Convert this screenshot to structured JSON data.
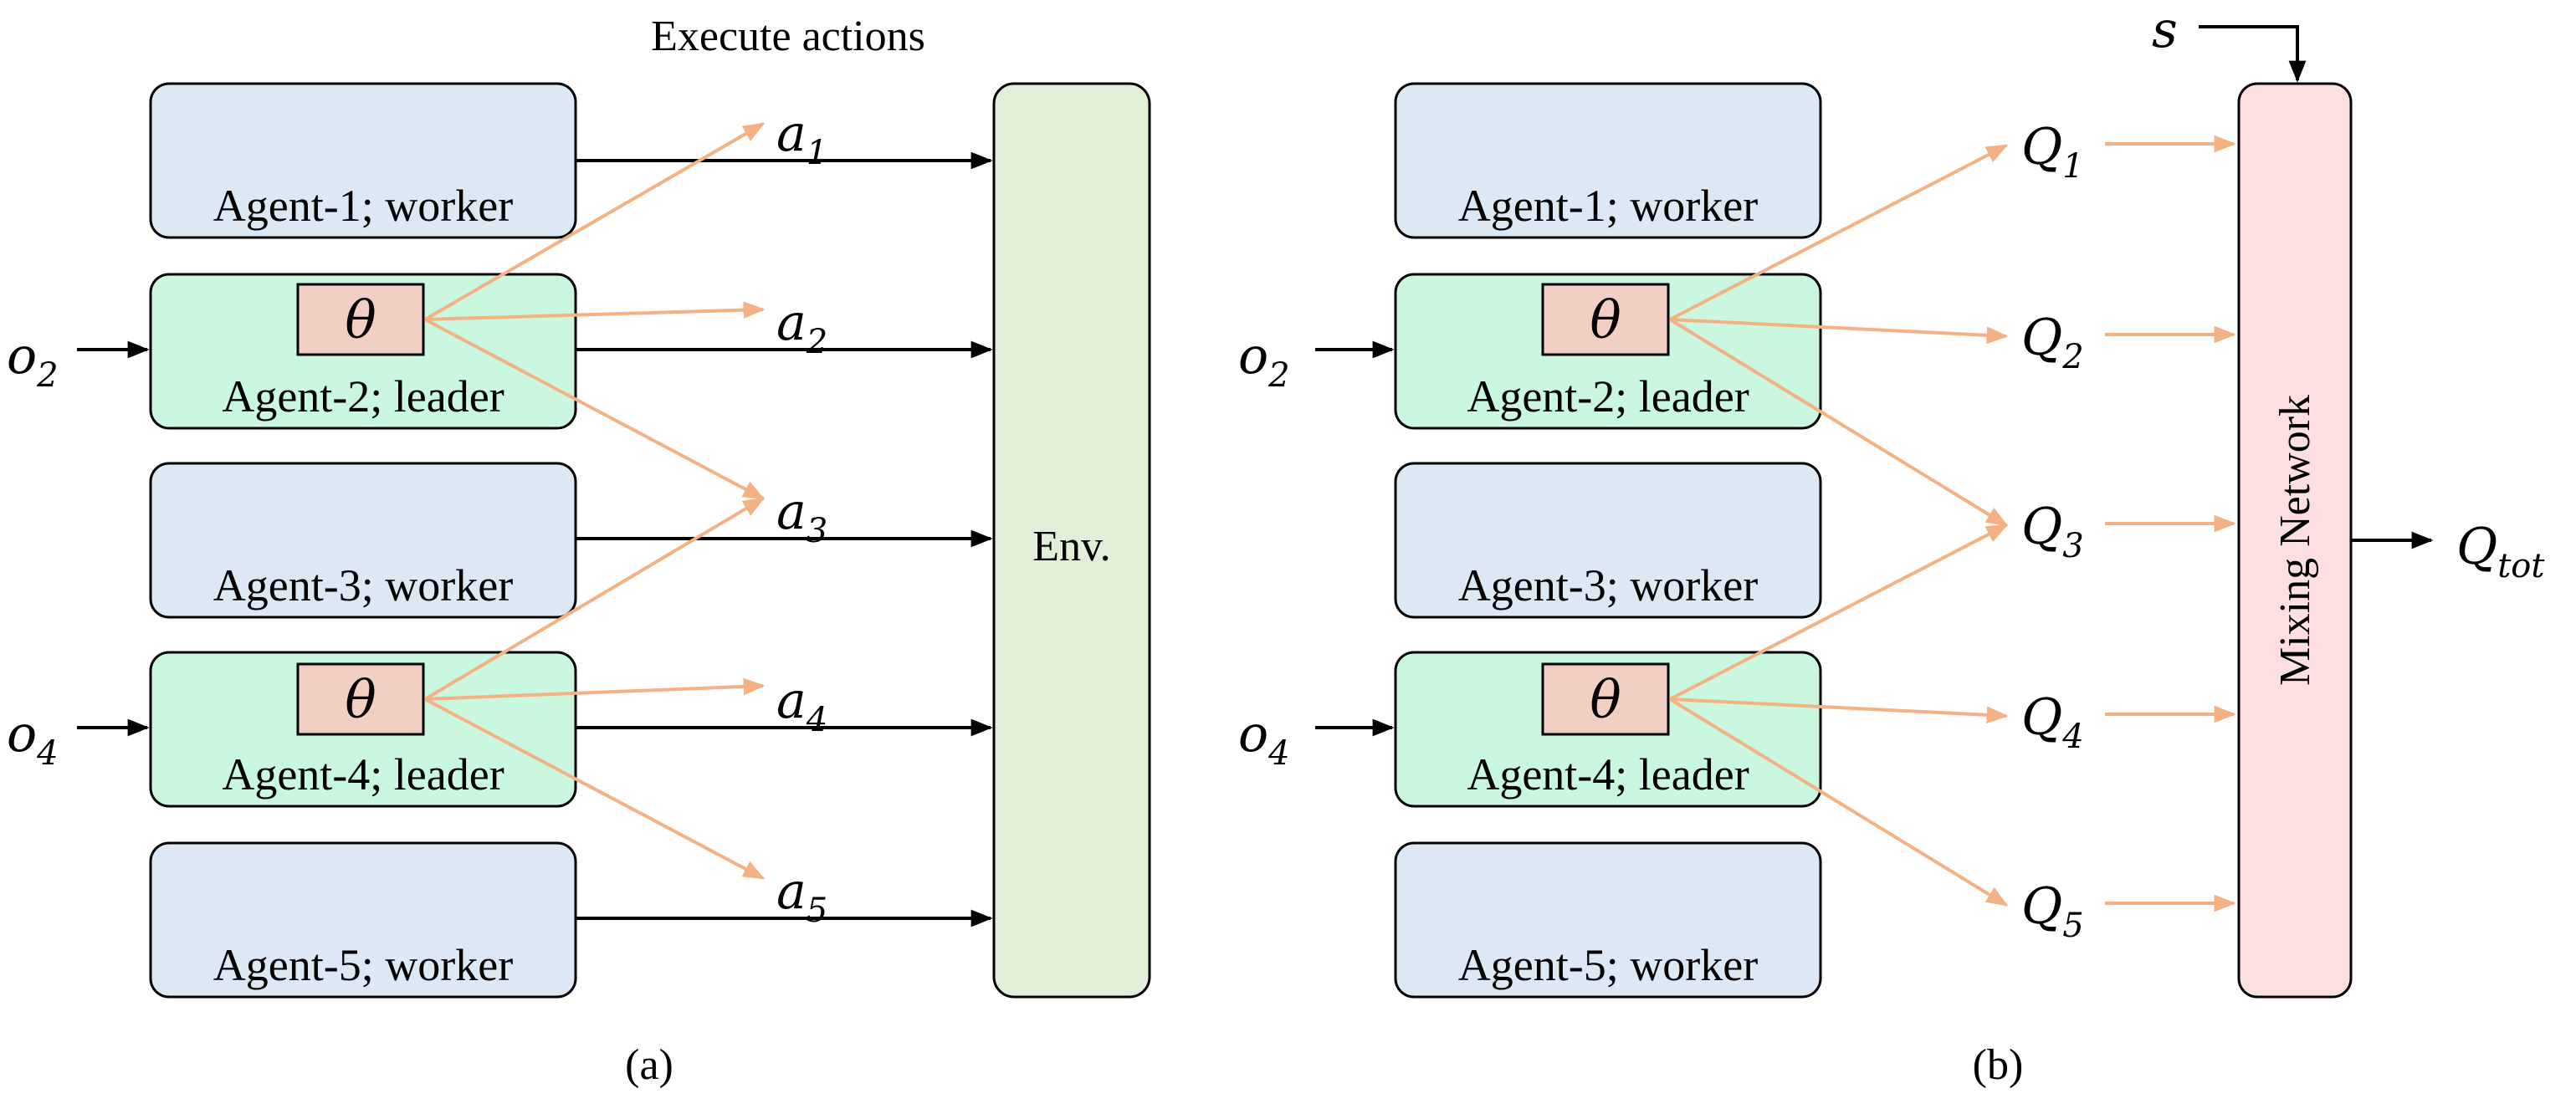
{
  "panel_a": {
    "heading": "Execute actions",
    "caption": "(a)",
    "env_label": "Env.",
    "agents": [
      {
        "label": "Agent-1; worker",
        "role": "worker"
      },
      {
        "label": "Agent-2; leader",
        "role": "leader"
      },
      {
        "label": "Agent-3; worker",
        "role": "worker"
      },
      {
        "label": "Agent-4; leader",
        "role": "leader"
      },
      {
        "label": "Agent-5; worker",
        "role": "worker"
      }
    ],
    "param_symbol": "θ",
    "observations": [
      {
        "symbol": "o",
        "sub": "2"
      },
      {
        "symbol": "o",
        "sub": "4"
      }
    ],
    "actions": [
      {
        "symbol": "a",
        "sub": "1"
      },
      {
        "symbol": "a",
        "sub": "2"
      },
      {
        "symbol": "a",
        "sub": "3"
      },
      {
        "symbol": "a",
        "sub": "4"
      },
      {
        "symbol": "a",
        "sub": "5"
      }
    ]
  },
  "panel_b": {
    "caption": "(b)",
    "mixer_label": "Mixing Network",
    "state_symbol": "s",
    "agents": [
      {
        "label": "Agent-1; worker",
        "role": "worker"
      },
      {
        "label": "Agent-2; leader",
        "role": "leader"
      },
      {
        "label": "Agent-3; worker",
        "role": "worker"
      },
      {
        "label": "Agent-4; leader",
        "role": "leader"
      },
      {
        "label": "Agent-5; worker",
        "role": "worker"
      }
    ],
    "param_symbol": "θ",
    "observations": [
      {
        "symbol": "o",
        "sub": "2"
      },
      {
        "symbol": "o",
        "sub": "4"
      }
    ],
    "q_values": [
      {
        "symbol": "Q",
        "sub": "1"
      },
      {
        "symbol": "Q",
        "sub": "2"
      },
      {
        "symbol": "Q",
        "sub": "3"
      },
      {
        "symbol": "Q",
        "sub": "4"
      },
      {
        "symbol": "Q",
        "sub": "5"
      }
    ],
    "output": {
      "symbol": "Q",
      "sub": "tot"
    }
  },
  "colors": {
    "worker_fill": "#dde8f5",
    "leader_fill": "#c9f7e0",
    "theta_fill": "#f2cfc3",
    "env_fill": "#e1eed8",
    "mixer_fill": "#fddfe2",
    "orange_arrow": "#f4b183",
    "black": "#000000"
  }
}
